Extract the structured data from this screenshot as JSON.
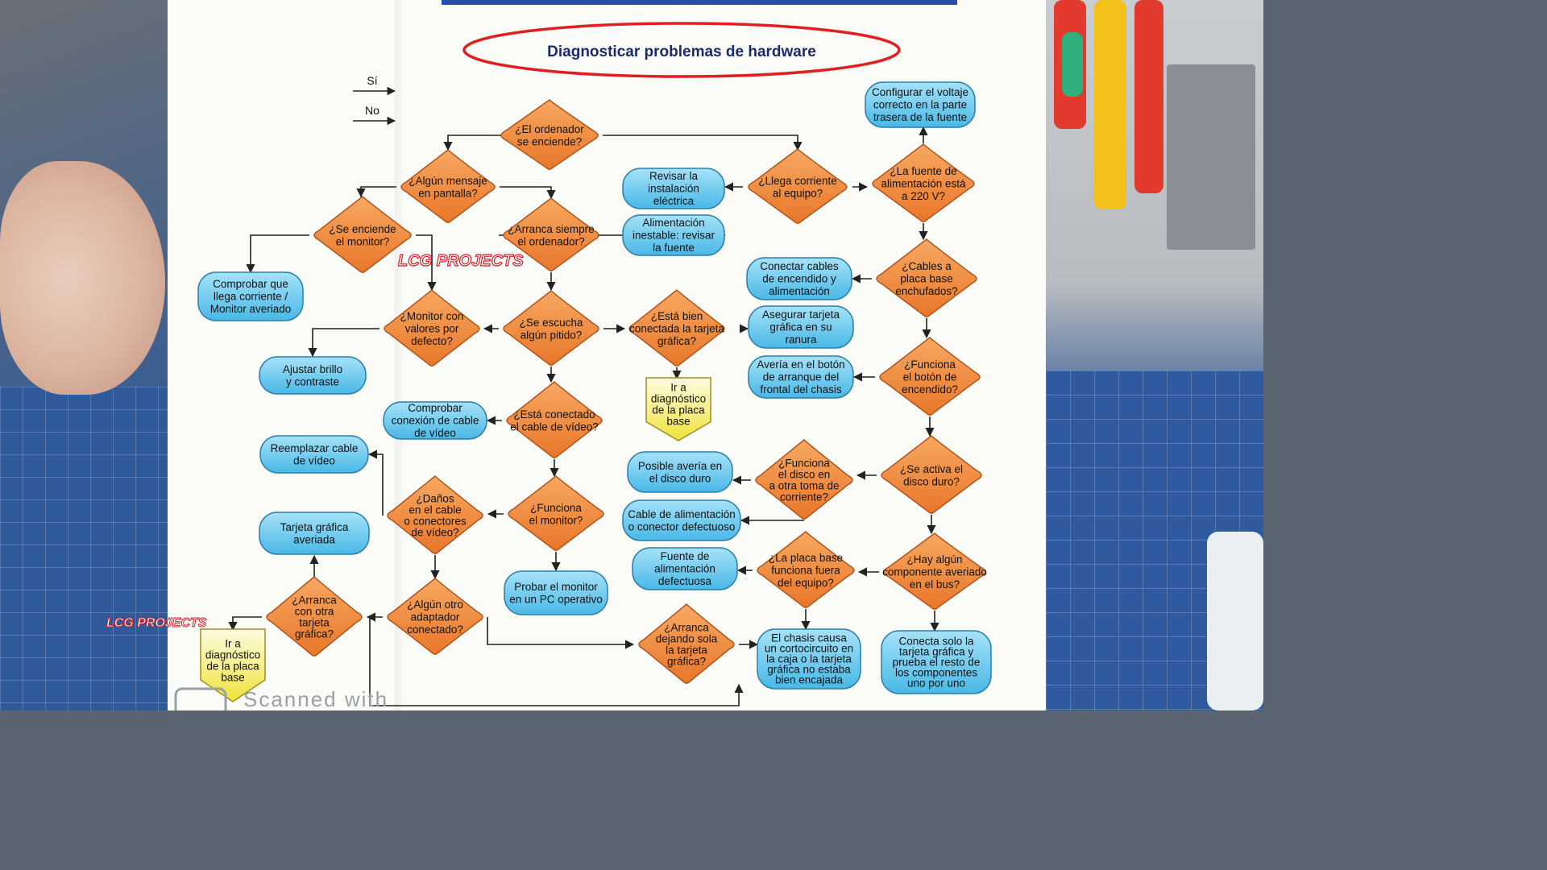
{
  "title": "Diagnosticar problemas de hardware",
  "legend": {
    "yes": "Sí",
    "no": "No"
  },
  "watermark": "LCG PROJECTS",
  "scan_text": "Scanned with",
  "colors": {
    "decision": "#f08a3c",
    "action": "#5cc4ee",
    "goto": "#f3ec55",
    "title_ring": "#e02020",
    "arrow": "#222222"
  },
  "nodes": [
    {
      "id": "q_on",
      "type": "decision",
      "lines": [
        "¿El ordenador",
        "se enciende?"
      ]
    },
    {
      "id": "q_msg",
      "type": "decision",
      "lines": [
        "¿Algún mensaje",
        "en pantalla?"
      ]
    },
    {
      "id": "q_current",
      "type": "decision",
      "lines": [
        "¿Llega corriente",
        "al equipo?"
      ]
    },
    {
      "id": "q_psu220",
      "type": "decision",
      "lines": [
        "¿La fuente de",
        "alimentación está",
        "a 220 V?"
      ]
    },
    {
      "id": "a_voltage",
      "type": "action",
      "lines": [
        "Configurar el voltaje",
        "correcto en la parte",
        "trasera de la fuente"
      ]
    },
    {
      "id": "a_elec",
      "type": "action",
      "lines": [
        "Revisar la",
        "instalación",
        "eléctrica"
      ]
    },
    {
      "id": "a_unstable",
      "type": "action",
      "lines": [
        "Alimentación",
        "inestable: revisar",
        "la fuente"
      ]
    },
    {
      "id": "q_monitor_on",
      "type": "decision",
      "lines": [
        "¿Se enciende",
        "el monitor?"
      ]
    },
    {
      "id": "q_boots",
      "type": "decision",
      "lines": [
        "¿Arranca siempre",
        "el ordenador?"
      ]
    },
    {
      "id": "a_check_monitor",
      "type": "action",
      "lines": [
        "Comprobar que",
        "llega corriente /",
        "Monitor averiado"
      ]
    },
    {
      "id": "q_cables",
      "type": "decision",
      "lines": [
        "¿Cables a",
        "placa base",
        "enchufados?"
      ]
    },
    {
      "id": "a_connect",
      "type": "action",
      "lines": [
        "Conectar cables",
        "de encendido y",
        "alimentación"
      ]
    },
    {
      "id": "q_monitor_def",
      "type": "decision",
      "lines": [
        "¿Monitor con",
        "valores por",
        "defecto?"
      ]
    },
    {
      "id": "q_beep",
      "type": "decision",
      "lines": [
        "¿Se escucha",
        "algún pitido?"
      ]
    },
    {
      "id": "q_gpu_conn",
      "type": "decision",
      "lines": [
        "¿Está bien",
        "conectada la tarjeta",
        "gráfica?"
      ]
    },
    {
      "id": "a_gpu_slot",
      "type": "action",
      "lines": [
        "Asegurar tarjeta",
        "gráfica en su",
        "ranura"
      ]
    },
    {
      "id": "q_button",
      "type": "decision",
      "lines": [
        "¿Funciona",
        "el botón de",
        "encendido?"
      ]
    },
    {
      "id": "a_button",
      "type": "action",
      "lines": [
        "Avería en el botón",
        "de arranque del",
        "frontal del chasis"
      ]
    },
    {
      "id": "a_brightness",
      "type": "action",
      "lines": [
        "Ajustar brillo",
        "y contraste"
      ]
    },
    {
      "id": "g_mb1",
      "type": "goto",
      "lines": [
        "Ir a",
        "diagnóstico",
        "de la placa",
        "base"
      ]
    },
    {
      "id": "a_check_cable",
      "type": "action",
      "lines": [
        "Comprobar",
        "conexión de cable",
        "de vídeo"
      ]
    },
    {
      "id": "q_video_cable",
      "type": "decision",
      "lines": [
        "¿Está conectado",
        "el cable de vídeo?"
      ]
    },
    {
      "id": "a_replace_cable",
      "type": "action",
      "lines": [
        "Reemplazar cable",
        "de vídeo"
      ]
    },
    {
      "id": "a_hdd",
      "type": "action",
      "lines": [
        "Posible avería en",
        "el disco duro"
      ]
    },
    {
      "id": "q_disk_other",
      "type": "decision",
      "lines": [
        "¿Funciona",
        "el disco en",
        "a otra toma de",
        "corriente?"
      ]
    },
    {
      "id": "q_disk",
      "type": "decision",
      "lines": [
        "¿Se activa el",
        "disco duro?"
      ]
    },
    {
      "id": "q_damage",
      "type": "decision",
      "lines": [
        "¿Daños",
        "en el cable",
        "o conectores",
        "de vídeo?"
      ]
    },
    {
      "id": "q_monitor_works",
      "type": "decision",
      "lines": [
        "¿Funciona",
        "el monitor?"
      ]
    },
    {
      "id": "a_power_cable",
      "type": "action",
      "lines": [
        "Cable de alimentación",
        "o conector defectuoso"
      ]
    },
    {
      "id": "a_gpu_broken",
      "type": "action",
      "lines": [
        "Tarjeta gráfica",
        "averiada"
      ]
    },
    {
      "id": "a_psu_broken",
      "type": "action",
      "lines": [
        "Fuente de",
        "alimentación",
        "defectuosa"
      ]
    },
    {
      "id": "q_mb_outside",
      "type": "decision",
      "lines": [
        "¿La placa base",
        "funciona fuera",
        "del equipo?"
      ]
    },
    {
      "id": "q_bus",
      "type": "decision",
      "lines": [
        "¿Hay algún",
        "componente averiado",
        "en el bus?"
      ]
    },
    {
      "id": "a_test_pc",
      "type": "action",
      "lines": [
        "Probar el monitor",
        "en un PC operativo"
      ]
    },
    {
      "id": "q_other_gpu",
      "type": "decision",
      "lines": [
        "¿Arranca",
        "con otra",
        "tarjeta",
        "gráfica?"
      ]
    },
    {
      "id": "q_adapter",
      "type": "decision",
      "lines": [
        "¿Algún otro",
        "adaptador",
        "conectado?"
      ]
    },
    {
      "id": "q_gpu_alone",
      "type": "decision",
      "lines": [
        "¿Arranca",
        "dejando sola",
        "la tarjeta",
        "gráfica?"
      ]
    },
    {
      "id": "a_chassis",
      "type": "action",
      "lines": [
        "El chasis causa",
        "un cortocircuito en",
        "la caja o la tarjeta",
        "gráfica no estaba",
        "bien encajada"
      ]
    },
    {
      "id": "a_gpu_only",
      "type": "action",
      "lines": [
        "Conecta solo la",
        "tarjeta gráfica y",
        "prueba el resto de",
        "los componentes",
        "uno por uno"
      ]
    },
    {
      "id": "g_mb2",
      "type": "goto",
      "lines": [
        "Ir a",
        "diagnóstico",
        "de la placa",
        "base"
      ]
    }
  ]
}
